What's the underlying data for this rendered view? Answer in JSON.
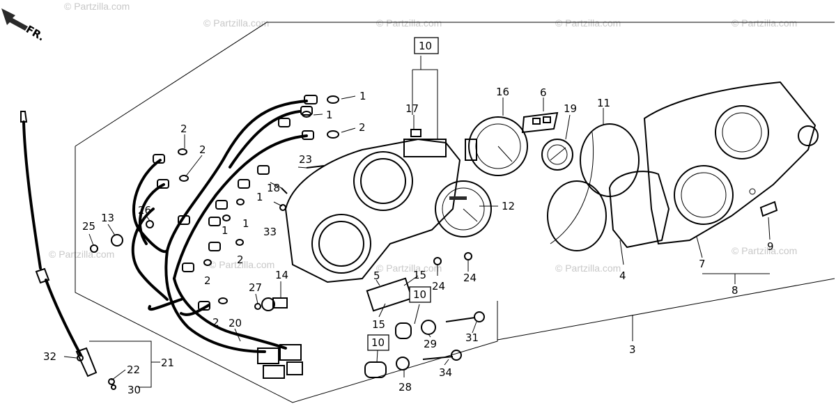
{
  "diagram": {
    "direction_marker": "FR.",
    "watermark": "© Partzilla.com",
    "callouts": {
      "c1a": "1",
      "c1b": "1",
      "c1c": "1",
      "c1d": "1",
      "c1e": "1",
      "c2a": "2",
      "c2b": "2",
      "c2c": "2",
      "c2d": "2",
      "c2e": "2",
      "c2f": "2",
      "c3": "3",
      "c4": "4",
      "c5": "5",
      "c6": "6",
      "c7": "7",
      "c8": "8",
      "c9": "9",
      "c10a": "10",
      "c10b": "10",
      "c10c": "10",
      "c11": "11",
      "c12": "12",
      "c13": "13",
      "c14": "14",
      "c15a": "15",
      "c15b": "15",
      "c16": "16",
      "c17": "17",
      "c18": "18",
      "c19": "19",
      "c20": "20",
      "c21": "21",
      "c22": "22",
      "c23": "23",
      "c24a": "24",
      "c24b": "24",
      "c25": "25",
      "c26": "26",
      "c27": "27",
      "c28": "28",
      "c29": "29",
      "c30": "30",
      "c31": "31",
      "c32": "32",
      "c33": "33",
      "c34": "34"
    }
  }
}
